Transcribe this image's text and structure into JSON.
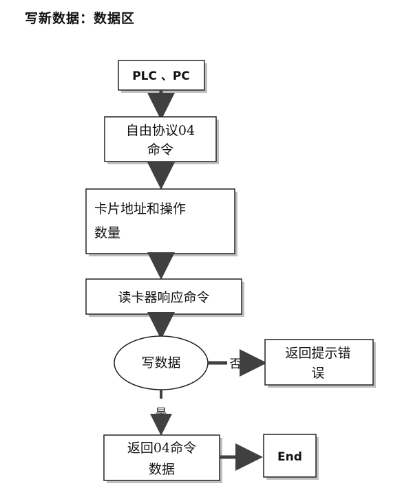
{
  "page": {
    "title": "写新数据：数据区"
  },
  "nodes": {
    "start": "PLC 、PC",
    "cmd04_line1": "自由协议04",
    "cmd04_line2": "命令",
    "card_line1": "卡片地址和操作",
    "card_line2": "数量",
    "response": "读卡器响应命令",
    "decision": "写数据",
    "error_line1": "返回提示错",
    "error_line2": "误",
    "return_line1": "返回04命令",
    "return_line2": "数据",
    "end": "End"
  },
  "edges": {
    "no_label": "否",
    "yes_label": "是"
  },
  "colors": {
    "stroke": "#222222",
    "shadow": "#bfbfbf",
    "arrow": "#404040",
    "fill": "#ffffff"
  }
}
